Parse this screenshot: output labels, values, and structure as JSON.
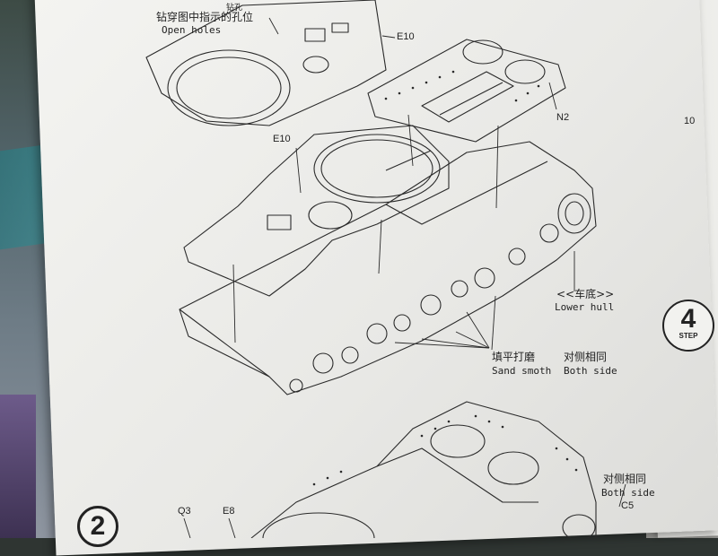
{
  "instructions": {
    "small_note": "钻孔",
    "drill_cn": "钻穿图中指示的孔位",
    "drill_en": "Open holes",
    "sand_cn": "填平打磨",
    "sand_en": "Sand smoth",
    "both_cn": "对侧相同",
    "both_en": "Both side",
    "both_cn_2": "对侧相同",
    "both_en_2": "Both side",
    "lower_hull_cn": "<<车底>>",
    "lower_hull_en": "Lower hull"
  },
  "parts": {
    "e10_top": "E10",
    "e10_mid": "E10",
    "n2": "N2",
    "q3": "Q3",
    "e8": "E8",
    "c5": "C5",
    "side_mark": "10"
  },
  "steps": {
    "current": "2",
    "badge_number": "4",
    "badge_label": "STEP"
  }
}
